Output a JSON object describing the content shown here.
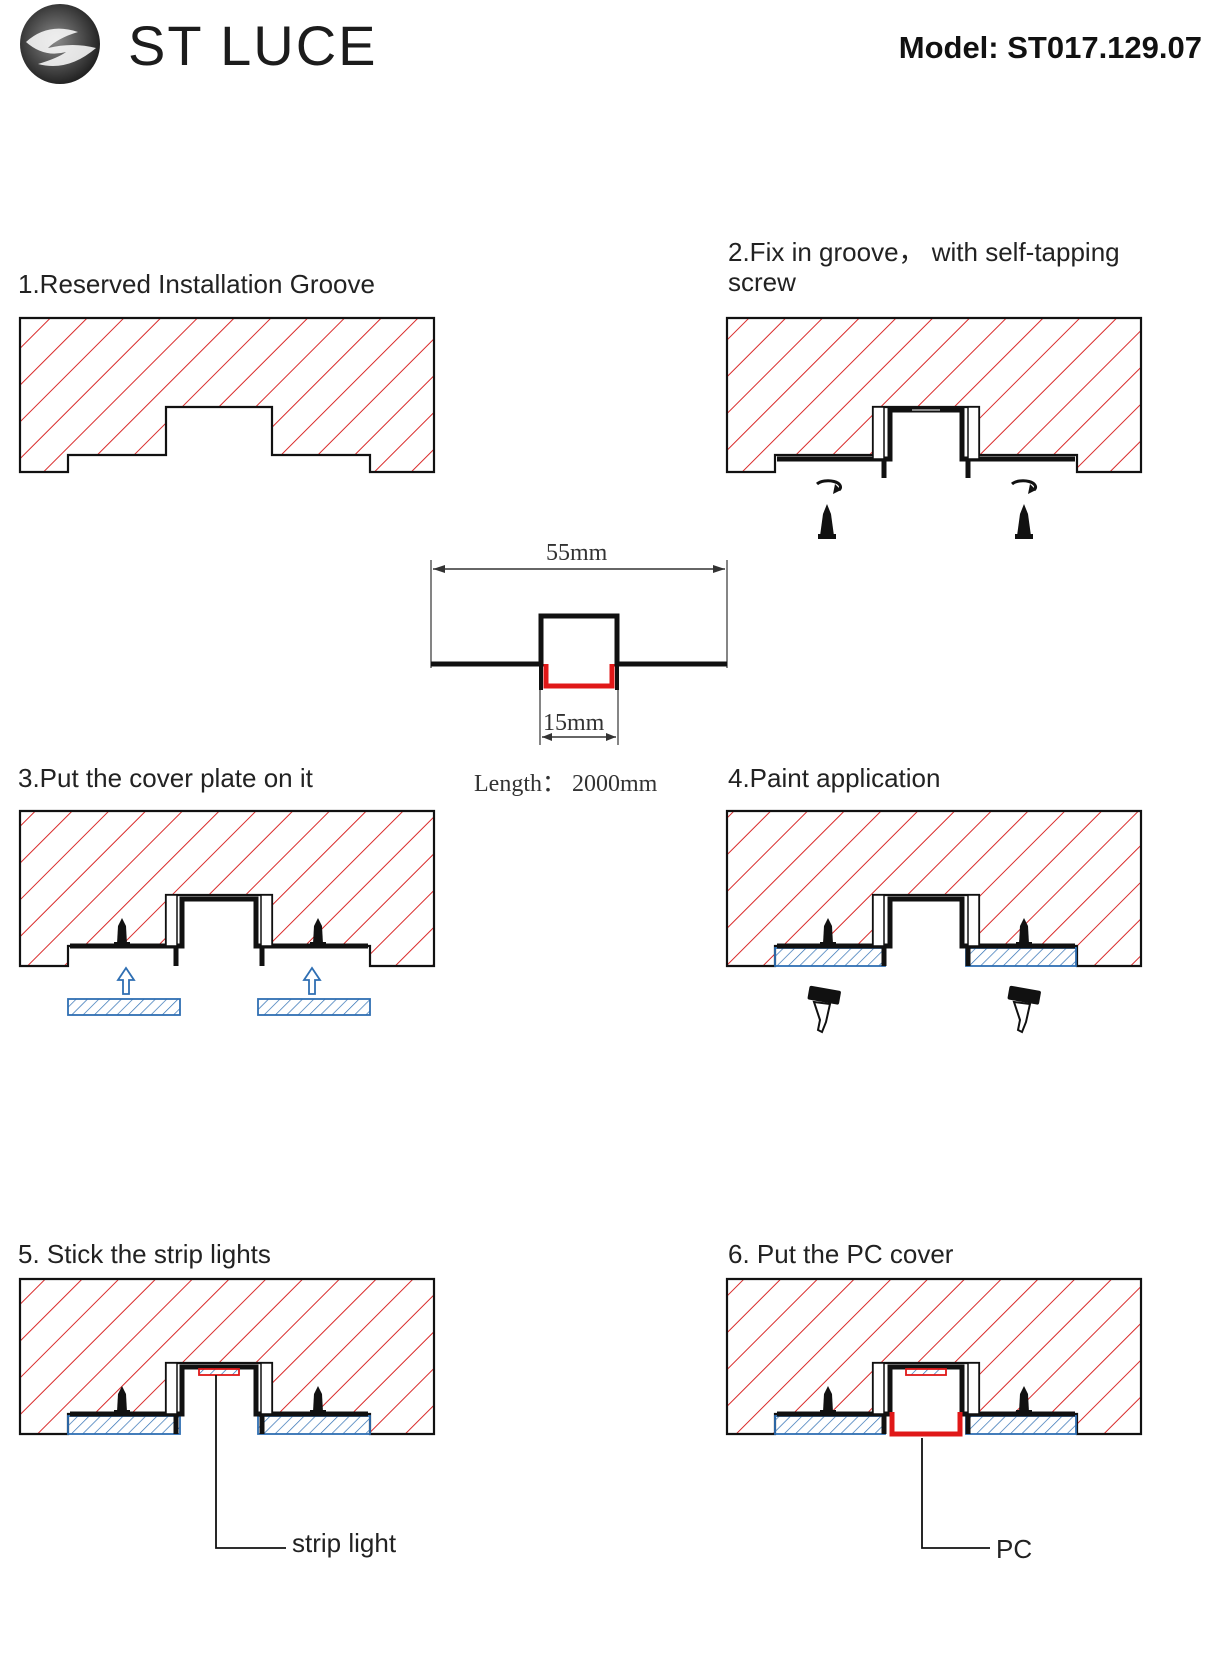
{
  "header": {
    "brand": "ST LUCE",
    "model": "Model: ST017.129.07"
  },
  "steps": [
    {
      "title": "1.Reserved Installation Groove"
    },
    {
      "title_line1": "2.Fix in groove， with self-tapping",
      "title_line2": "screw"
    },
    {
      "title": "3.Put the cover plate on it"
    },
    {
      "title": "4.Paint application"
    },
    {
      "title": "5. Stick the strip lights"
    },
    {
      "title": "6. Put the PC cover"
    }
  ],
  "profile": {
    "width_label": "55mm",
    "opening_label": "15mm",
    "length_label": "Length： 2000mm"
  },
  "callouts": {
    "strip_light": "strip light",
    "pc": "PC"
  },
  "colors": {
    "hatch": "#d92b2b",
    "profile": "#111111",
    "cover_plate": "#2f6fb3",
    "led": "#e01818"
  },
  "icons": [
    "logo-icon",
    "rotate-icon",
    "screw-icon",
    "brush-icon",
    "arrow-up-icon"
  ]
}
